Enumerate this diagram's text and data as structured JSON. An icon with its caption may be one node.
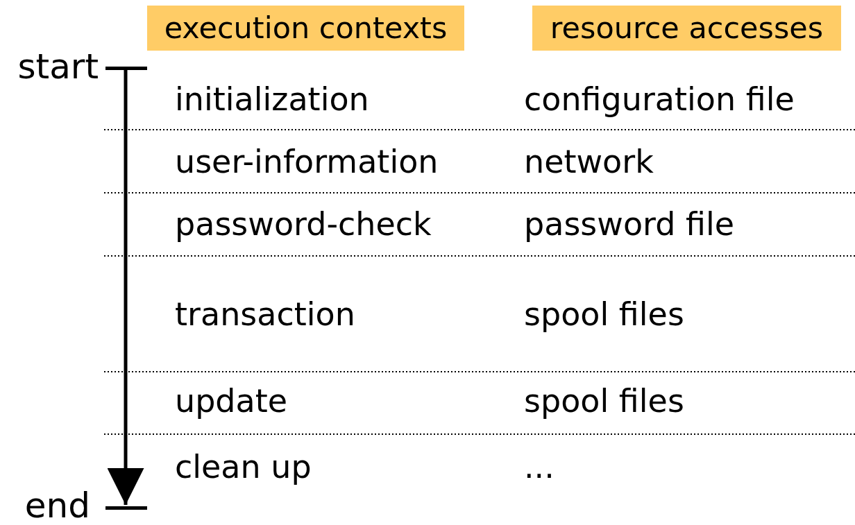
{
  "diagram": {
    "nodes": [
      {
        "text": [
          "execution contexts"
        ]
      },
      {
        "text": [
          "resource accesses"
        ]
      },
      {
        "text": [],
        "shape": "bar",
        "beside": [
          "start"
        ]
      },
      {
        "text": [],
        "shape": "bar",
        "beside": [
          "end"
        ]
      }
    ],
    "edges": [
      {
        "from": 2,
        "to": 3,
        "arrow": "to"
      }
    ],
    "labels": [
      "initialization",
      "configuration file",
      "user-information",
      "network",
      "password-check",
      "password file",
      "transaction",
      "spool files",
      "update",
      "spool files",
      "clean up",
      "..."
    ]
  }
}
